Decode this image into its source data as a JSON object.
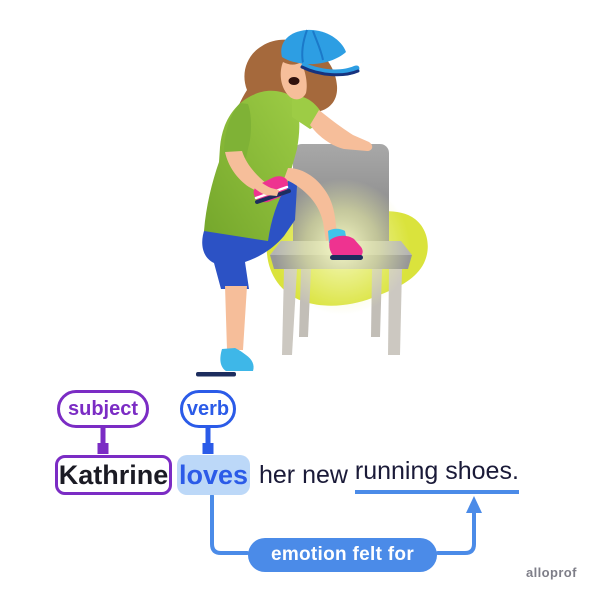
{
  "diagram": {
    "labels": {
      "subject": "subject",
      "verb": "verb"
    },
    "sentence": {
      "subject": "Kathrine",
      "verb": "loves",
      "continuation_plain": "her new ",
      "continuation_underlined": "running shoes.",
      "full": "Kathrine loves her new running shoes."
    },
    "annotation": "emotion felt for"
  },
  "watermark": "alloprof",
  "colors": {
    "subject_purple": "#7B2CC4",
    "verb_blue": "#2B5BE8",
    "verb_fill": "#BCD8F8",
    "annotation_blue": "#4B8BE8",
    "text_dark": "#1A1A38",
    "blob_yellow": "#DAE33C",
    "shirt_green": "#8FC43C",
    "cap_blue": "#2D9EE3",
    "shorts_blue": "#2C52C5",
    "shoe_pink": "#EE3390",
    "chair_gray": "#9A9A9A"
  },
  "illustration": {
    "parts": [
      "woman-figure",
      "baseball-cap",
      "held-running-shoe",
      "running-shoe-on-chair",
      "gray-chair",
      "yellow-blob",
      "glow-highlight"
    ]
  }
}
